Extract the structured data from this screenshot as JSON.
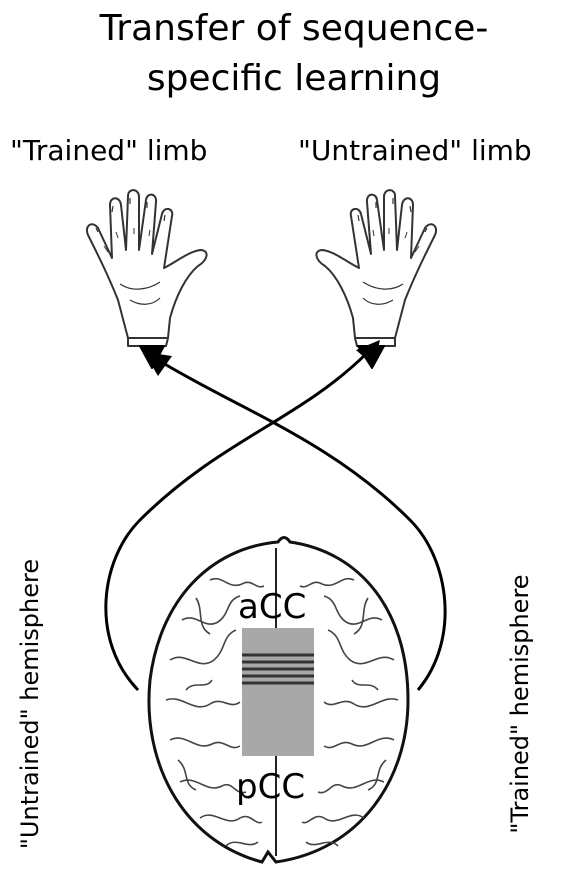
{
  "title": {
    "line1": "Transfer of sequence-",
    "line2": "specific learning"
  },
  "limbs": {
    "trained": "\"Trained\" limb",
    "untrained": "\"Untrained\" limb"
  },
  "hemispheres": {
    "untrained": "\"Untrained\" hemisphere",
    "trained": "\"Trained\" hemisphere"
  },
  "regions": {
    "anterior": "aCC",
    "posterior": "pCC"
  }
}
